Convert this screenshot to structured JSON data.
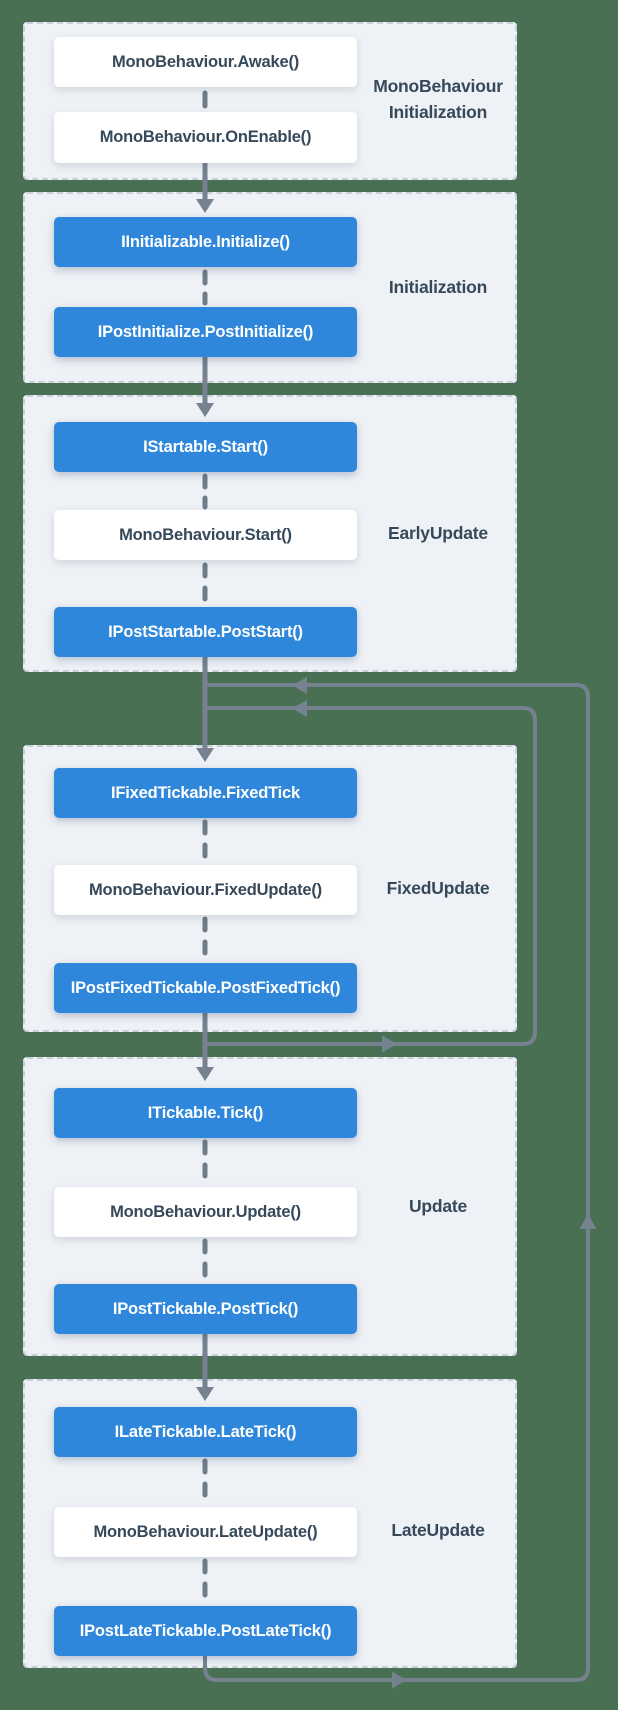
{
  "diagram": {
    "colors": {
      "background": "#4A7053",
      "section_fill": "#EEF1F5",
      "section_border": "#C7D0DA",
      "node_blue": "#2E87DB",
      "node_white": "#FFFFFF",
      "text_dark": "#36495A",
      "text_light": "#FFFFFF",
      "arrow_gray": "#76828F"
    },
    "sections": [
      {
        "label_lines": [
          "MonoBehaviour",
          "Initialization"
        ],
        "nodes": [
          {
            "text": "MonoBehaviour.Awake()",
            "style": "white"
          },
          {
            "text": "MonoBehaviour.OnEnable()",
            "style": "white"
          }
        ]
      },
      {
        "label_lines": [
          "Initialization"
        ],
        "nodes": [
          {
            "text": "IInitializable.Initialize()",
            "style": "blue"
          },
          {
            "text": "IPostInitialize.PostInitialize()",
            "style": "blue"
          }
        ]
      },
      {
        "label_lines": [
          "EarlyUpdate"
        ],
        "nodes": [
          {
            "text": "IStartable.Start()",
            "style": "blue"
          },
          {
            "text": "MonoBehaviour.Start()",
            "style": "white"
          },
          {
            "text": "IPostStartable.PostStart()",
            "style": "blue"
          }
        ]
      },
      {
        "label_lines": [
          "FixedUpdate"
        ],
        "nodes": [
          {
            "text": "IFixedTickable.FixedTick",
            "style": "blue"
          },
          {
            "text": "MonoBehaviour.FixedUpdate()",
            "style": "white"
          },
          {
            "text": "IPostFixedTickable.PostFixedTick()",
            "style": "blue"
          }
        ]
      },
      {
        "label_lines": [
          "Update"
        ],
        "nodes": [
          {
            "text": "ITickable.Tick()",
            "style": "blue"
          },
          {
            "text": "MonoBehaviour.Update()",
            "style": "white"
          },
          {
            "text": "IPostTickable.PostTick()",
            "style": "blue"
          }
        ]
      },
      {
        "label_lines": [
          "LateUpdate"
        ],
        "nodes": [
          {
            "text": "ILateTickable.LateTick()",
            "style": "blue"
          },
          {
            "text": "MonoBehaviour.LateUpdate()",
            "style": "white"
          },
          {
            "text": "IPostLateTickable.PostLateTick()",
            "style": "blue"
          }
        ]
      }
    ]
  }
}
